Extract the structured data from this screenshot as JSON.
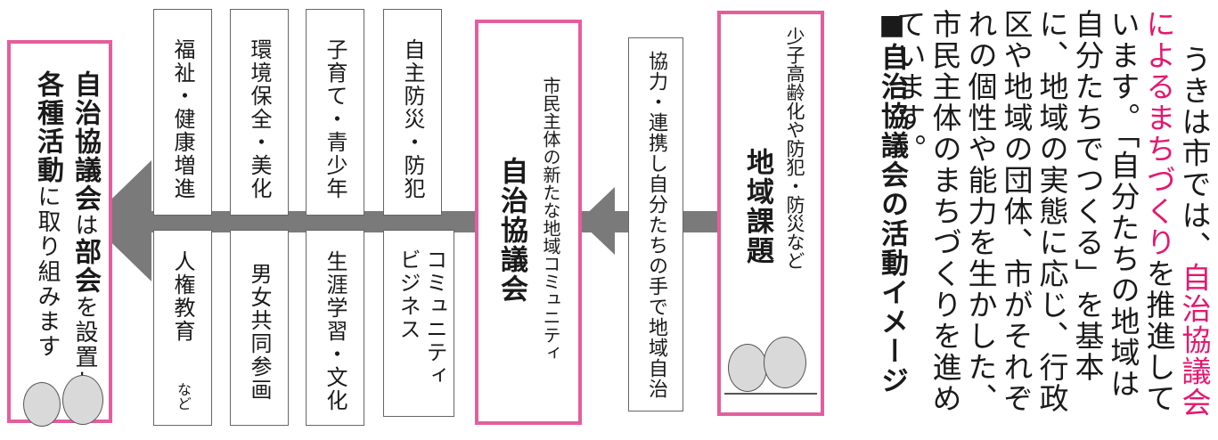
{
  "intro": {
    "part1": "うきは市では、",
    "highlight1": "自治協議会による",
    "highlight2": "まちづくり",
    "part2": "を推進しています。「自分たちの地域は自分たちでつくる」を基本に、地域の実態に応じ、行政区や地域の団体、市がそれぞれの個性や能力を生かした、市民主体のまちづくりを進めています。"
  },
  "section_title": "■自治協議会の活動イメージ",
  "issues": {
    "subtitle": "少子高齢化や防犯・防災など",
    "title": "地域課題"
  },
  "cooperation": "協力・連携し自分たちの手で地域自治",
  "council": {
    "subtitle": "市民主体の新たな地域コミュニティ",
    "title": "自治協議会"
  },
  "activities_top": [
    "自主防災・防犯",
    "子育て・青少年",
    "環境保全・美化",
    "福祉・健康増進"
  ],
  "activities_bottom": [
    "コミュニティビジネス",
    "生涯学習・文化",
    "男女共同参画",
    "人権教育"
  ],
  "activities_etc": "など",
  "summary": {
    "bold1": "自治協議会",
    "text1": "は",
    "bold2": "部会",
    "text2": "を設置し",
    "bold3": "各種活動",
    "text3": "に取り組みます"
  },
  "colors": {
    "accent": "#e45e9c",
    "arrow": "#7a7a7a"
  }
}
